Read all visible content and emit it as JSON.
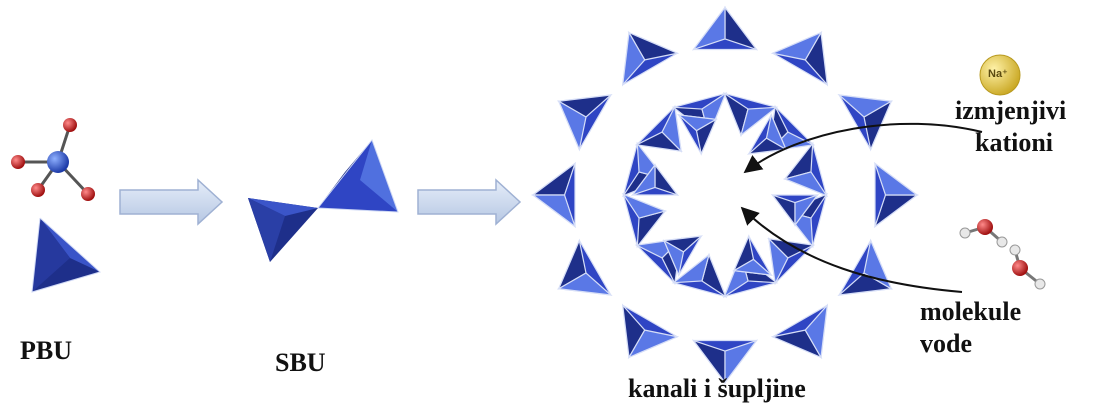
{
  "labels": {
    "pbu": "PBU",
    "sbu": "SBU",
    "framework": "kanali i šupljine",
    "cations_line1": "izmjenjivi",
    "cations_line2": "kationi",
    "water_line1": "molekule",
    "water_line2": "vode",
    "na_ion": "Na⁺"
  },
  "colors": {
    "tetra_dark": "#1e2f8a",
    "tetra_mid": "#2f45c4",
    "tetra_light": "#5a78e6",
    "arrow_fill": "#c7d5ec",
    "arrow_stroke": "#9fb1d3",
    "oxygen": "#d42a2a",
    "silicon": "#2e57d8",
    "sodium": "#d9c238",
    "hydrogen": "#e6e6e6"
  },
  "icons": [
    "tetrahedron-icon",
    "block-arrow-icon",
    "sodium-ion-icon",
    "water-molecule-icon",
    "curved-arrow-icon"
  ]
}
